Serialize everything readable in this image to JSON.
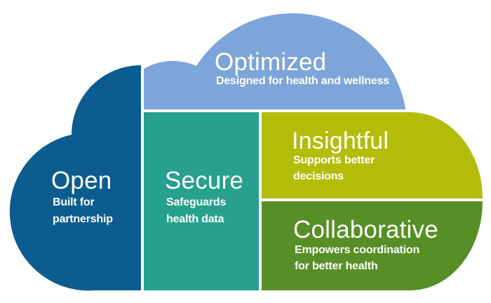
{
  "colors": {
    "open": "#0d5c90",
    "secure": "#27a08d",
    "optimized": "#7ea5d9",
    "insightful": "#b4bc0a",
    "collaborative": "#588e26"
  },
  "sections": {
    "optimized": {
      "title": "Optimized",
      "subtitle_lines": [
        "Designed for health and wellness"
      ]
    },
    "open": {
      "title": "Open",
      "subtitle_lines": [
        "Built for",
        "partnership"
      ]
    },
    "secure": {
      "title": "Secure",
      "subtitle_lines": [
        "Safeguards",
        "health data"
      ]
    },
    "insightful": {
      "title": "Insightful",
      "subtitle_lines": [
        "Supports better",
        "decisions"
      ]
    },
    "collaborative": {
      "title": "Collaborative",
      "subtitle_lines": [
        "Empowers coordination",
        "for better health"
      ]
    }
  }
}
